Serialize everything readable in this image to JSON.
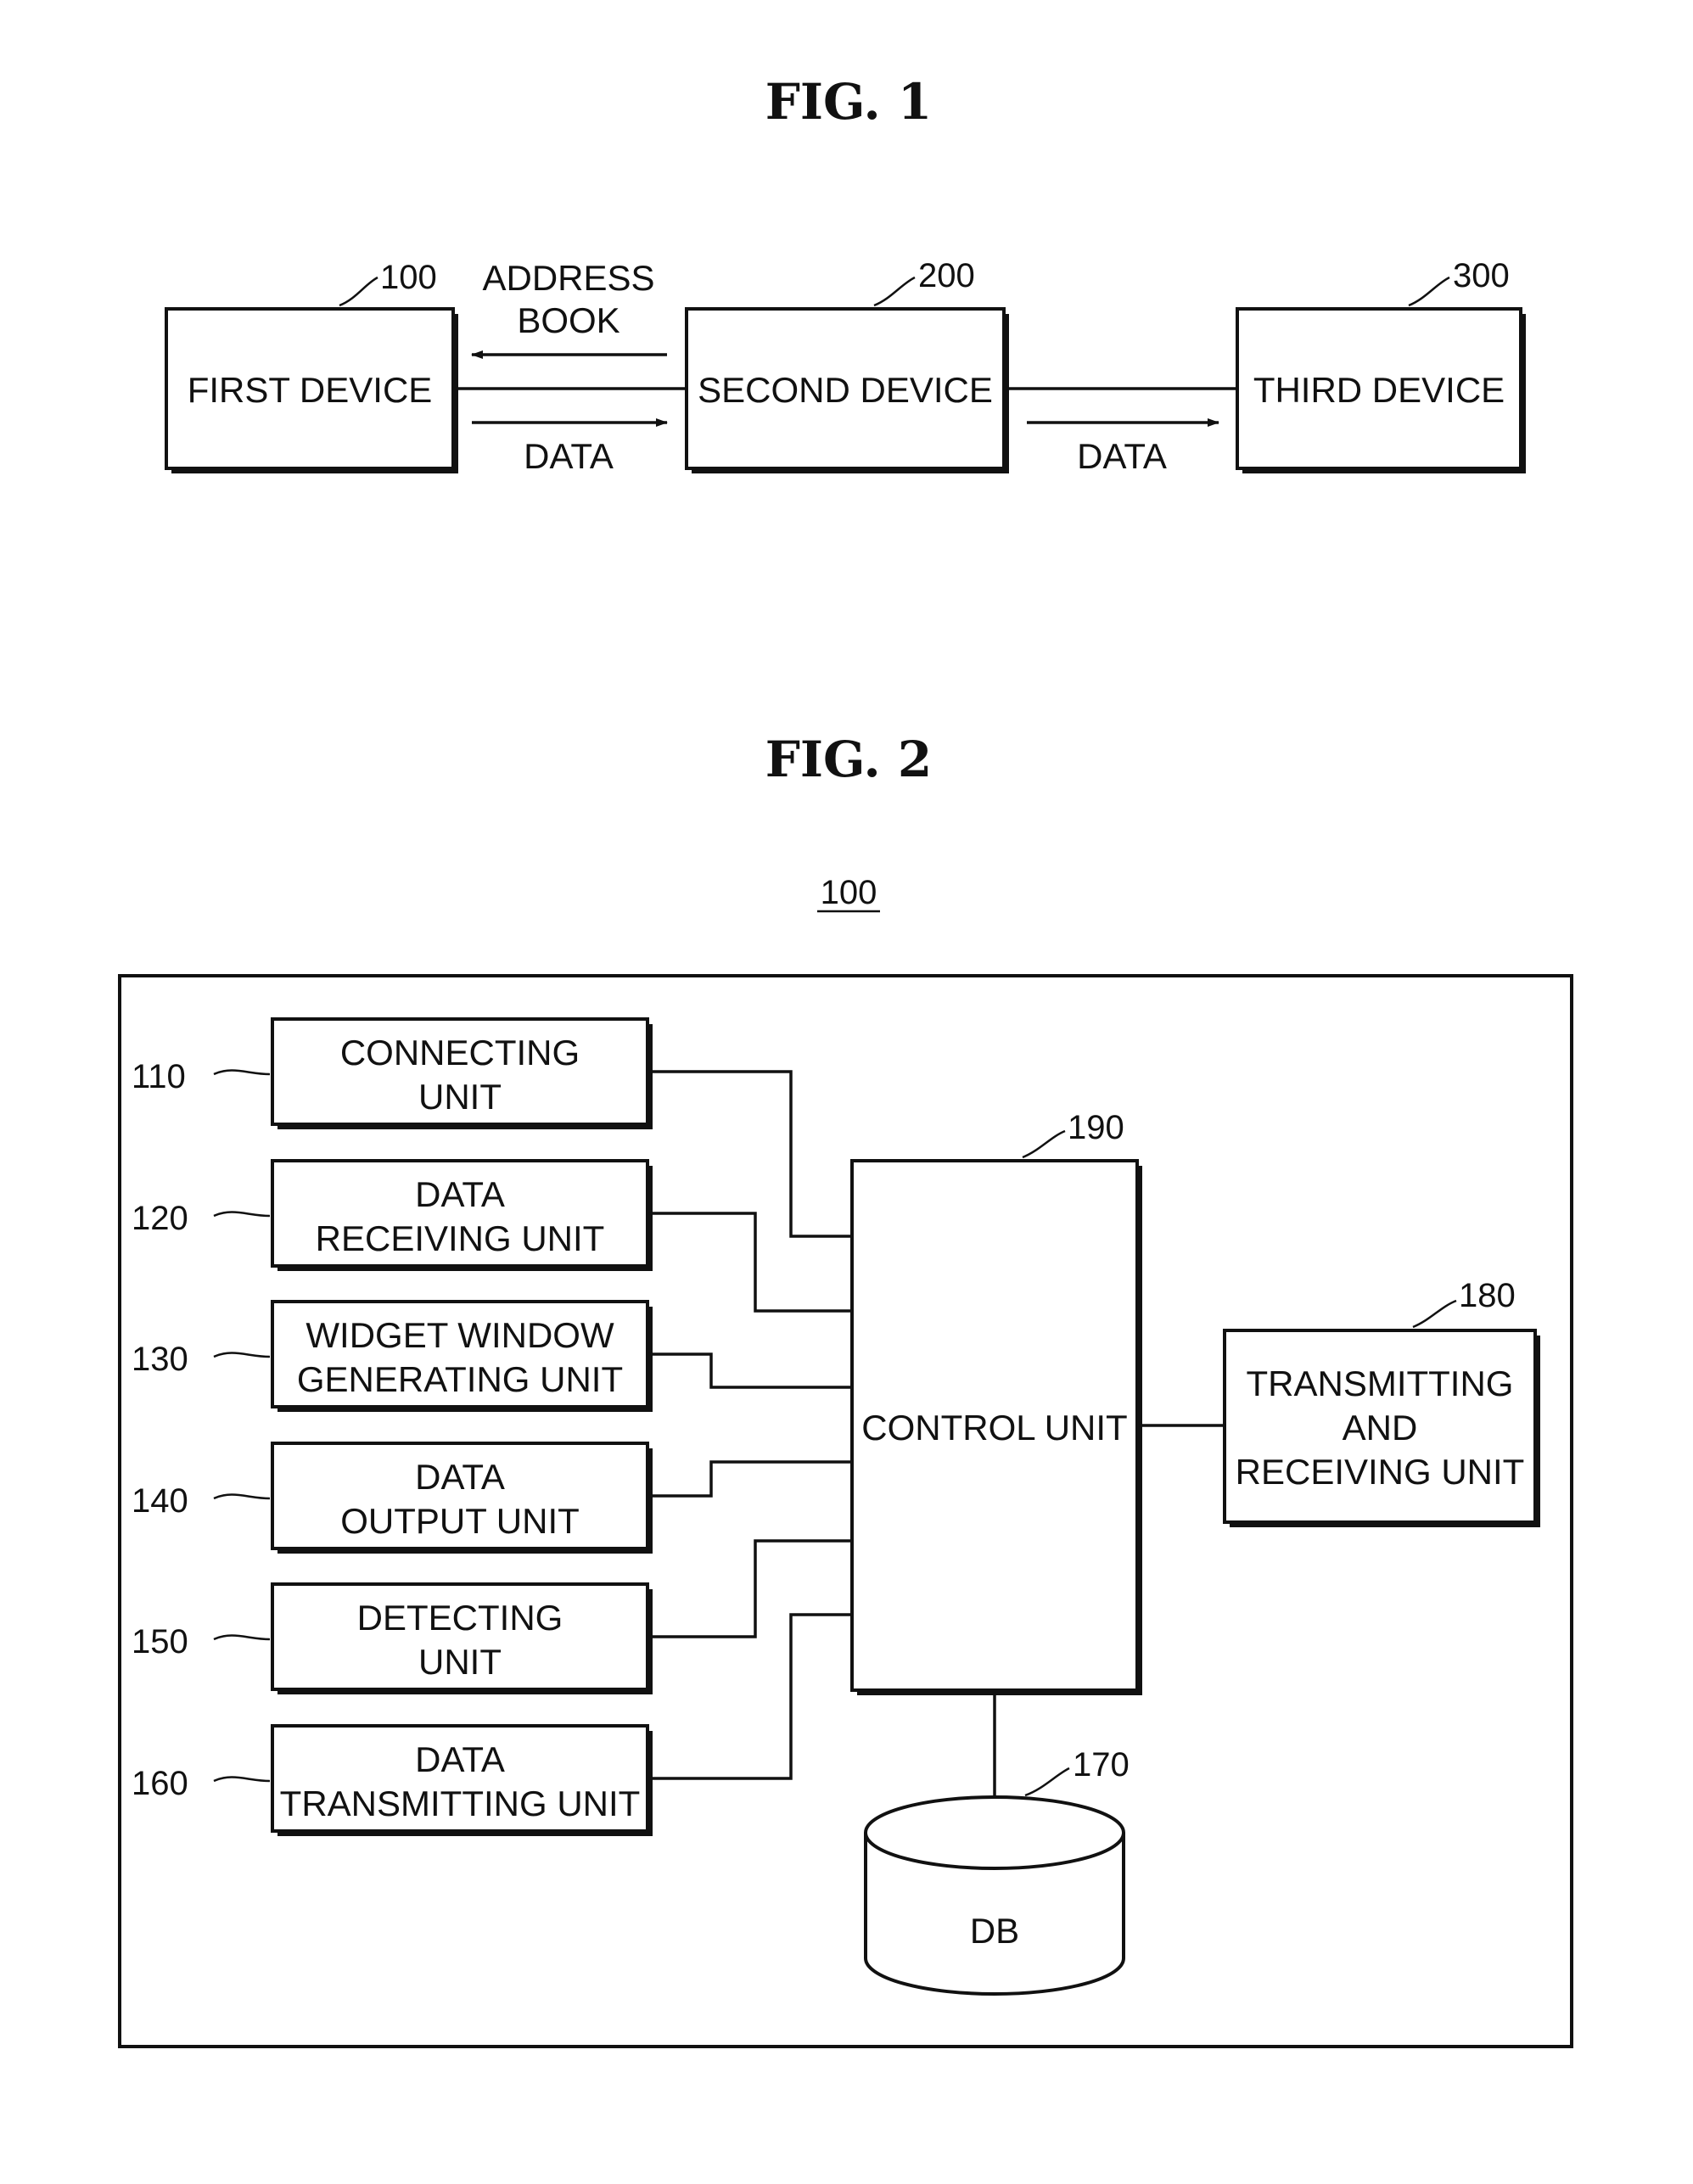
{
  "fig1": {
    "title": "FIG.  1",
    "first_device": {
      "ref": "100",
      "label": "FIRST DEVICE"
    },
    "second_device": {
      "ref": "200",
      "label": "SECOND DEVICE"
    },
    "third_device": {
      "ref": "300",
      "label": "THIRD DEVICE"
    },
    "arrow_address_book": [
      "ADDRESS",
      "BOOK"
    ],
    "arrow_data_1": "DATA",
    "arrow_data_2": "DATA"
  },
  "fig2": {
    "title": "FIG.  2",
    "device_ref": "100",
    "units": [
      {
        "ref": "110",
        "lines": [
          "CONNECTING",
          "UNIT"
        ]
      },
      {
        "ref": "120",
        "lines": [
          "DATA",
          "RECEIVING UNIT"
        ]
      },
      {
        "ref": "130",
        "lines": [
          "WIDGET WINDOW",
          "GENERATING UNIT"
        ]
      },
      {
        "ref": "140",
        "lines": [
          "DATA",
          "OUTPUT UNIT"
        ]
      },
      {
        "ref": "150",
        "lines": [
          "DETECTING",
          "UNIT"
        ]
      },
      {
        "ref": "160",
        "lines": [
          "DATA",
          "TRANSMITTING UNIT"
        ]
      }
    ],
    "control_unit": {
      "ref": "190",
      "label": "CONTROL UNIT"
    },
    "transceiver": {
      "ref": "180",
      "lines": [
        "TRANSMITTING",
        "AND",
        "RECEIVING UNIT"
      ]
    },
    "db": {
      "ref": "170",
      "label": "DB"
    }
  }
}
